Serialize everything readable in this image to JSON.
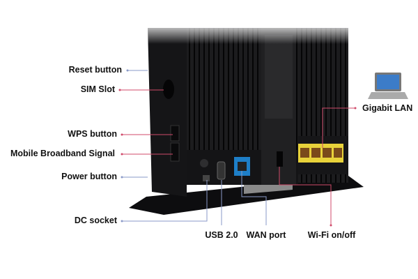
{
  "labels": {
    "reset_button": "Reset button",
    "sim_slot": "SIM Slot",
    "wps_button": "WPS button",
    "mobile_broadband_signal": "Mobile Broadband Signal",
    "power_button": "Power button",
    "dc_socket": "DC socket",
    "usb": "USB 2.0",
    "wan_port": "WAN port",
    "wifi_switch": "Wi-Fi on/off",
    "gigabit_lan": "Gigabit LAN"
  },
  "colors": {
    "body": "#1a1a1c",
    "wan_port": "#1e7fc8",
    "lan_ports": "#e8d23a",
    "leader_blue": "#8a9ac8",
    "leader_red": "#d04a6a"
  },
  "icons": {
    "laptop": "laptop-icon"
  }
}
